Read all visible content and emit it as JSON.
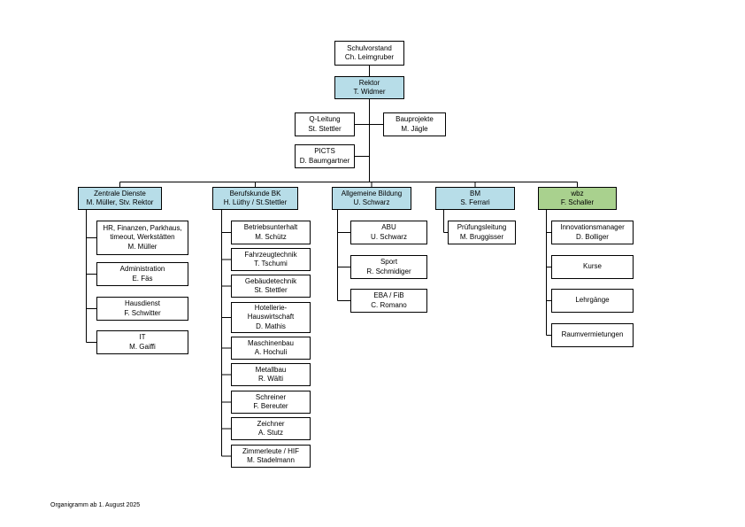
{
  "diagram": {
    "title": "",
    "footer": "Organigramm ab 1. August 2025",
    "nodes": [
      {
        "id": "schulvorstand",
        "lines": [
          "Schulvorstand",
          "Ch. Leimgruber"
        ],
        "fill": "#ffffff"
      },
      {
        "id": "rektor",
        "lines": [
          "Rektor",
          "T. Widmer"
        ],
        "fill": "#b7dde8"
      },
      {
        "id": "q-leitung",
        "lines": [
          "Q-Leitung",
          "St. Stettler"
        ],
        "fill": "#ffffff"
      },
      {
        "id": "bauprojekte",
        "lines": [
          "Bauprojekte",
          "M. Jägle"
        ],
        "fill": "#ffffff"
      },
      {
        "id": "picts",
        "lines": [
          "PICTS",
          "D. Baumgartner"
        ],
        "fill": "#ffffff"
      },
      {
        "id": "zentrale-dienste",
        "lines": [
          "Zentrale Dienste",
          "M. Müller, Stv. Rektor"
        ],
        "fill": "#b7dde8"
      },
      {
        "id": "hr",
        "lines": [
          "HR, Finanzen, Parkhaus,",
          "timeout, Werkstätten",
          "M. Müller"
        ],
        "fill": "#ffffff"
      },
      {
        "id": "administration",
        "lines": [
          "Administration",
          "E. Fäs"
        ],
        "fill": "#ffffff"
      },
      {
        "id": "hausdienst",
        "lines": [
          "Hausdienst",
          "F. Schwitter"
        ],
        "fill": "#ffffff"
      },
      {
        "id": "it",
        "lines": [
          "IT",
          "M. Gaiffi"
        ],
        "fill": "#ffffff"
      },
      {
        "id": "berufskunde",
        "lines": [
          "Berufskunde BK",
          "H. Lüthy / St.Stettler"
        ],
        "fill": "#b7dde8"
      },
      {
        "id": "betriebsunterhalt",
        "lines": [
          "Betriebsunterhalt",
          "M. Schütz"
        ],
        "fill": "#ffffff"
      },
      {
        "id": "fahrzeugtechnik",
        "lines": [
          "Fahrzeugtechnik",
          "T. Tschumi"
        ],
        "fill": "#ffffff"
      },
      {
        "id": "gebaeudetechnik",
        "lines": [
          "Gebäudetechnik",
          "St. Stettler"
        ],
        "fill": "#ffffff"
      },
      {
        "id": "hotellerie",
        "lines": [
          "Hotellerie-",
          "Hauswirtschaft",
          "D. Mathis"
        ],
        "fill": "#ffffff"
      },
      {
        "id": "maschinenbau",
        "lines": [
          "Maschinenbau",
          "A. Hochuli"
        ],
        "fill": "#ffffff"
      },
      {
        "id": "metallbau",
        "lines": [
          "Metallbau",
          "R. Wälti"
        ],
        "fill": "#ffffff"
      },
      {
        "id": "schreiner",
        "lines": [
          "Schreiner",
          "F. Bereuter"
        ],
        "fill": "#ffffff"
      },
      {
        "id": "zeichner",
        "lines": [
          "Zeichner",
          "A. Stutz"
        ],
        "fill": "#ffffff"
      },
      {
        "id": "zimmerleute",
        "lines": [
          "Zimmerleute / HIF",
          "M. Stadelmann"
        ],
        "fill": "#ffffff"
      },
      {
        "id": "allgemeine-bildung",
        "lines": [
          "Allgemeine Bildung",
          "U. Schwarz"
        ],
        "fill": "#b7dde8"
      },
      {
        "id": "abu",
        "lines": [
          "ABU",
          "U. Schwarz"
        ],
        "fill": "#ffffff"
      },
      {
        "id": "sport",
        "lines": [
          "Sport",
          "R. Schmidiger"
        ],
        "fill": "#ffffff"
      },
      {
        "id": "eba-fib",
        "lines": [
          "EBA / FiB",
          "C. Romano"
        ],
        "fill": "#ffffff"
      },
      {
        "id": "bm",
        "lines": [
          "BM",
          "S. Ferrari"
        ],
        "fill": "#b7dde8"
      },
      {
        "id": "pruefungsleitung",
        "lines": [
          "Prüfungsleitung",
          "M. Bruggisser"
        ],
        "fill": "#ffffff"
      },
      {
        "id": "wbz",
        "lines": [
          "wbz",
          "F. Schaller"
        ],
        "fill": "#a9d18e"
      },
      {
        "id": "innovationsmanager",
        "lines": [
          "Innovationsmanager",
          "D. Bolliger"
        ],
        "fill": "#ffffff"
      },
      {
        "id": "kurse",
        "lines": [
          "Kurse"
        ],
        "fill": "#ffffff"
      },
      {
        "id": "lehrgaenge",
        "lines": [
          "Lehrgänge"
        ],
        "fill": "#ffffff"
      },
      {
        "id": "raumvermietungen",
        "lines": [
          "Raumvermietungen"
        ],
        "fill": "#ffffff"
      }
    ],
    "edges": [
      [
        "schulvorstand",
        "rektor"
      ],
      [
        "rektor",
        "q-leitung"
      ],
      [
        "rektor",
        "bauprojekte"
      ],
      [
        "rektor",
        "picts"
      ],
      [
        "rektor",
        "zentrale-dienste"
      ],
      [
        "rektor",
        "berufskunde"
      ],
      [
        "rektor",
        "allgemeine-bildung"
      ],
      [
        "rektor",
        "bm"
      ],
      [
        "rektor",
        "wbz"
      ],
      [
        "zentrale-dienste",
        "hr"
      ],
      [
        "zentrale-dienste",
        "administration"
      ],
      [
        "zentrale-dienste",
        "hausdienst"
      ],
      [
        "zentrale-dienste",
        "it"
      ],
      [
        "berufskunde",
        "betriebsunterhalt"
      ],
      [
        "berufskunde",
        "fahrzeugtechnik"
      ],
      [
        "berufskunde",
        "gebaeudetechnik"
      ],
      [
        "berufskunde",
        "hotellerie"
      ],
      [
        "berufskunde",
        "maschinenbau"
      ],
      [
        "berufskunde",
        "metallbau"
      ],
      [
        "berufskunde",
        "schreiner"
      ],
      [
        "berufskunde",
        "zeichner"
      ],
      [
        "berufskunde",
        "zimmerleute"
      ],
      [
        "allgemeine-bildung",
        "abu"
      ],
      [
        "allgemeine-bildung",
        "sport"
      ],
      [
        "allgemeine-bildung",
        "eba-fib"
      ],
      [
        "bm",
        "pruefungsleitung"
      ],
      [
        "wbz",
        "innovationsmanager"
      ],
      [
        "wbz",
        "kurse"
      ],
      [
        "wbz",
        "lehrgaenge"
      ],
      [
        "wbz",
        "raumvermietungen"
      ]
    ]
  }
}
